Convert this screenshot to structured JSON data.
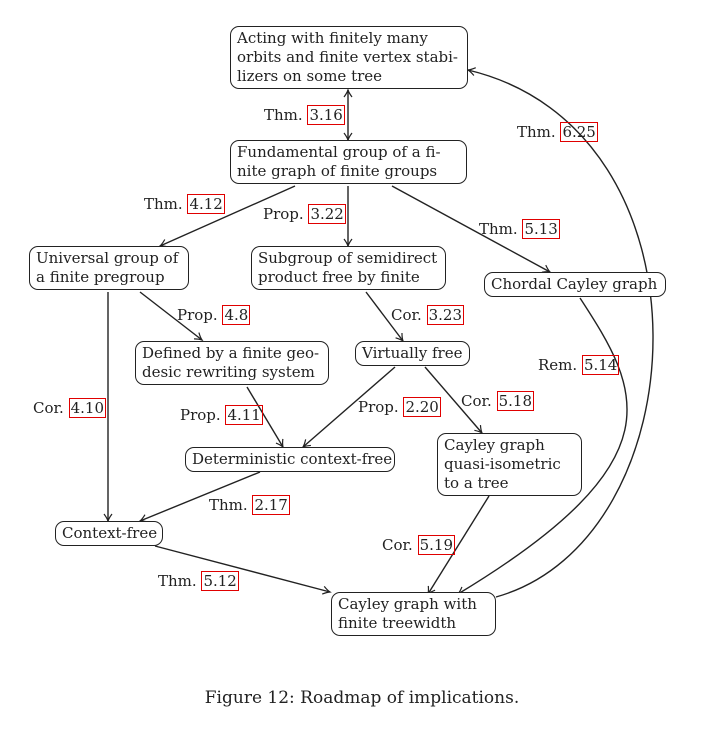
{
  "nodes": {
    "acting": {
      "lines": [
        "Acting with finitely many",
        "orbits and finite vertex stabi-",
        "lizers on some tree"
      ]
    },
    "fundamental": {
      "lines": [
        "Fundamental group of a fi-",
        "nite graph of finite groups"
      ]
    },
    "universal": {
      "lines": [
        "Universal group of",
        "a finite pregroup"
      ]
    },
    "subgroup": {
      "lines": [
        "Subgroup of semidirect",
        "product free by finite"
      ]
    },
    "chordal": {
      "lines": [
        "Chordal Cayley graph"
      ]
    },
    "geodesic": {
      "lines": [
        "Defined by a finite geo-",
        "desic rewriting system"
      ]
    },
    "virtually_free": {
      "lines": [
        "Virtually free"
      ]
    },
    "dcf": {
      "lines": [
        "Deterministic context-free"
      ]
    },
    "quasi": {
      "lines": [
        "Cayley graph",
        "quasi-isometric",
        "to a tree"
      ]
    },
    "context_free": {
      "lines": [
        "Context-free"
      ]
    },
    "treewidth": {
      "lines": [
        "Cayley graph with",
        "finite treewidth"
      ]
    }
  },
  "edges": [
    {
      "id": "e316",
      "kind": "Thm.",
      "ref": "3.16"
    },
    {
      "id": "e412",
      "kind": "Thm.",
      "ref": "4.12"
    },
    {
      "id": "e322",
      "kind": "Prop.",
      "ref": "3.22"
    },
    {
      "id": "e513",
      "kind": "Thm.",
      "ref": "5.13"
    },
    {
      "id": "e625",
      "kind": "Thm.",
      "ref": "6.25"
    },
    {
      "id": "e48",
      "kind": "Prop.",
      "ref": "4.8"
    },
    {
      "id": "e323",
      "kind": "Cor.",
      "ref": "3.23"
    },
    {
      "id": "e514",
      "kind": "Rem.",
      "ref": "5.14"
    },
    {
      "id": "e410",
      "kind": "Cor.",
      "ref": "4.10"
    },
    {
      "id": "e411",
      "kind": "Prop.",
      "ref": "4.11"
    },
    {
      "id": "e220",
      "kind": "Prop.",
      "ref": "2.20"
    },
    {
      "id": "e518",
      "kind": "Cor.",
      "ref": "5.18"
    },
    {
      "id": "e217",
      "kind": "Thm.",
      "ref": "2.17"
    },
    {
      "id": "e519",
      "kind": "Cor.",
      "ref": "5.19"
    },
    {
      "id": "e512",
      "kind": "Thm.",
      "ref": "5.12"
    }
  ],
  "caption": "Figure 12: Roadmap of implications.",
  "colors": {
    "ref_box": "#e00000",
    "line": "#222222"
  }
}
